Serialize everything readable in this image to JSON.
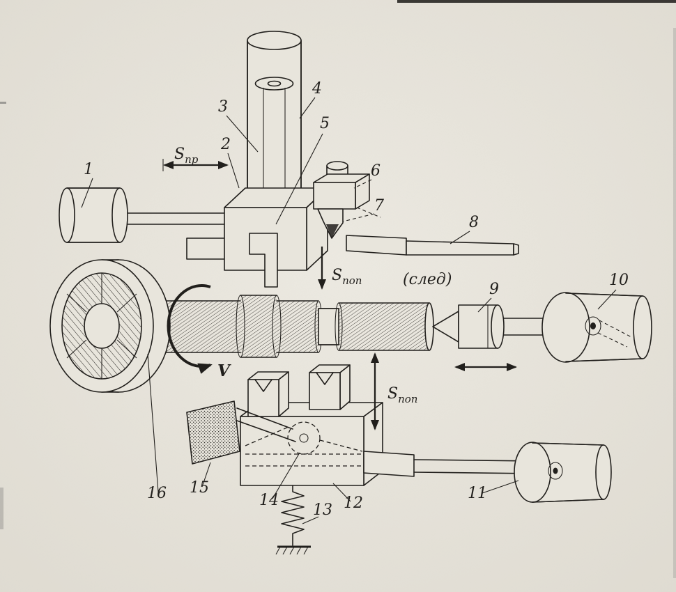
{
  "colors": {
    "paper": "#e8e5dc",
    "ink": "#211f1c"
  },
  "figure": {
    "part_numbers": [
      "1",
      "2",
      "3",
      "4",
      "5",
      "6",
      "7",
      "8",
      "9",
      "10",
      "11",
      "12",
      "13",
      "14",
      "15",
      "16"
    ],
    "labels": {
      "feed_longitudinal": {
        "base": "S",
        "sub": "пр"
      },
      "feed_cross_upper": {
        "base": "S",
        "sub": "поп"
      },
      "feed_cross_lower": {
        "base": "S",
        "sub": "поп"
      },
      "trace_note": "(след)",
      "cutting_speed": "V"
    }
  }
}
